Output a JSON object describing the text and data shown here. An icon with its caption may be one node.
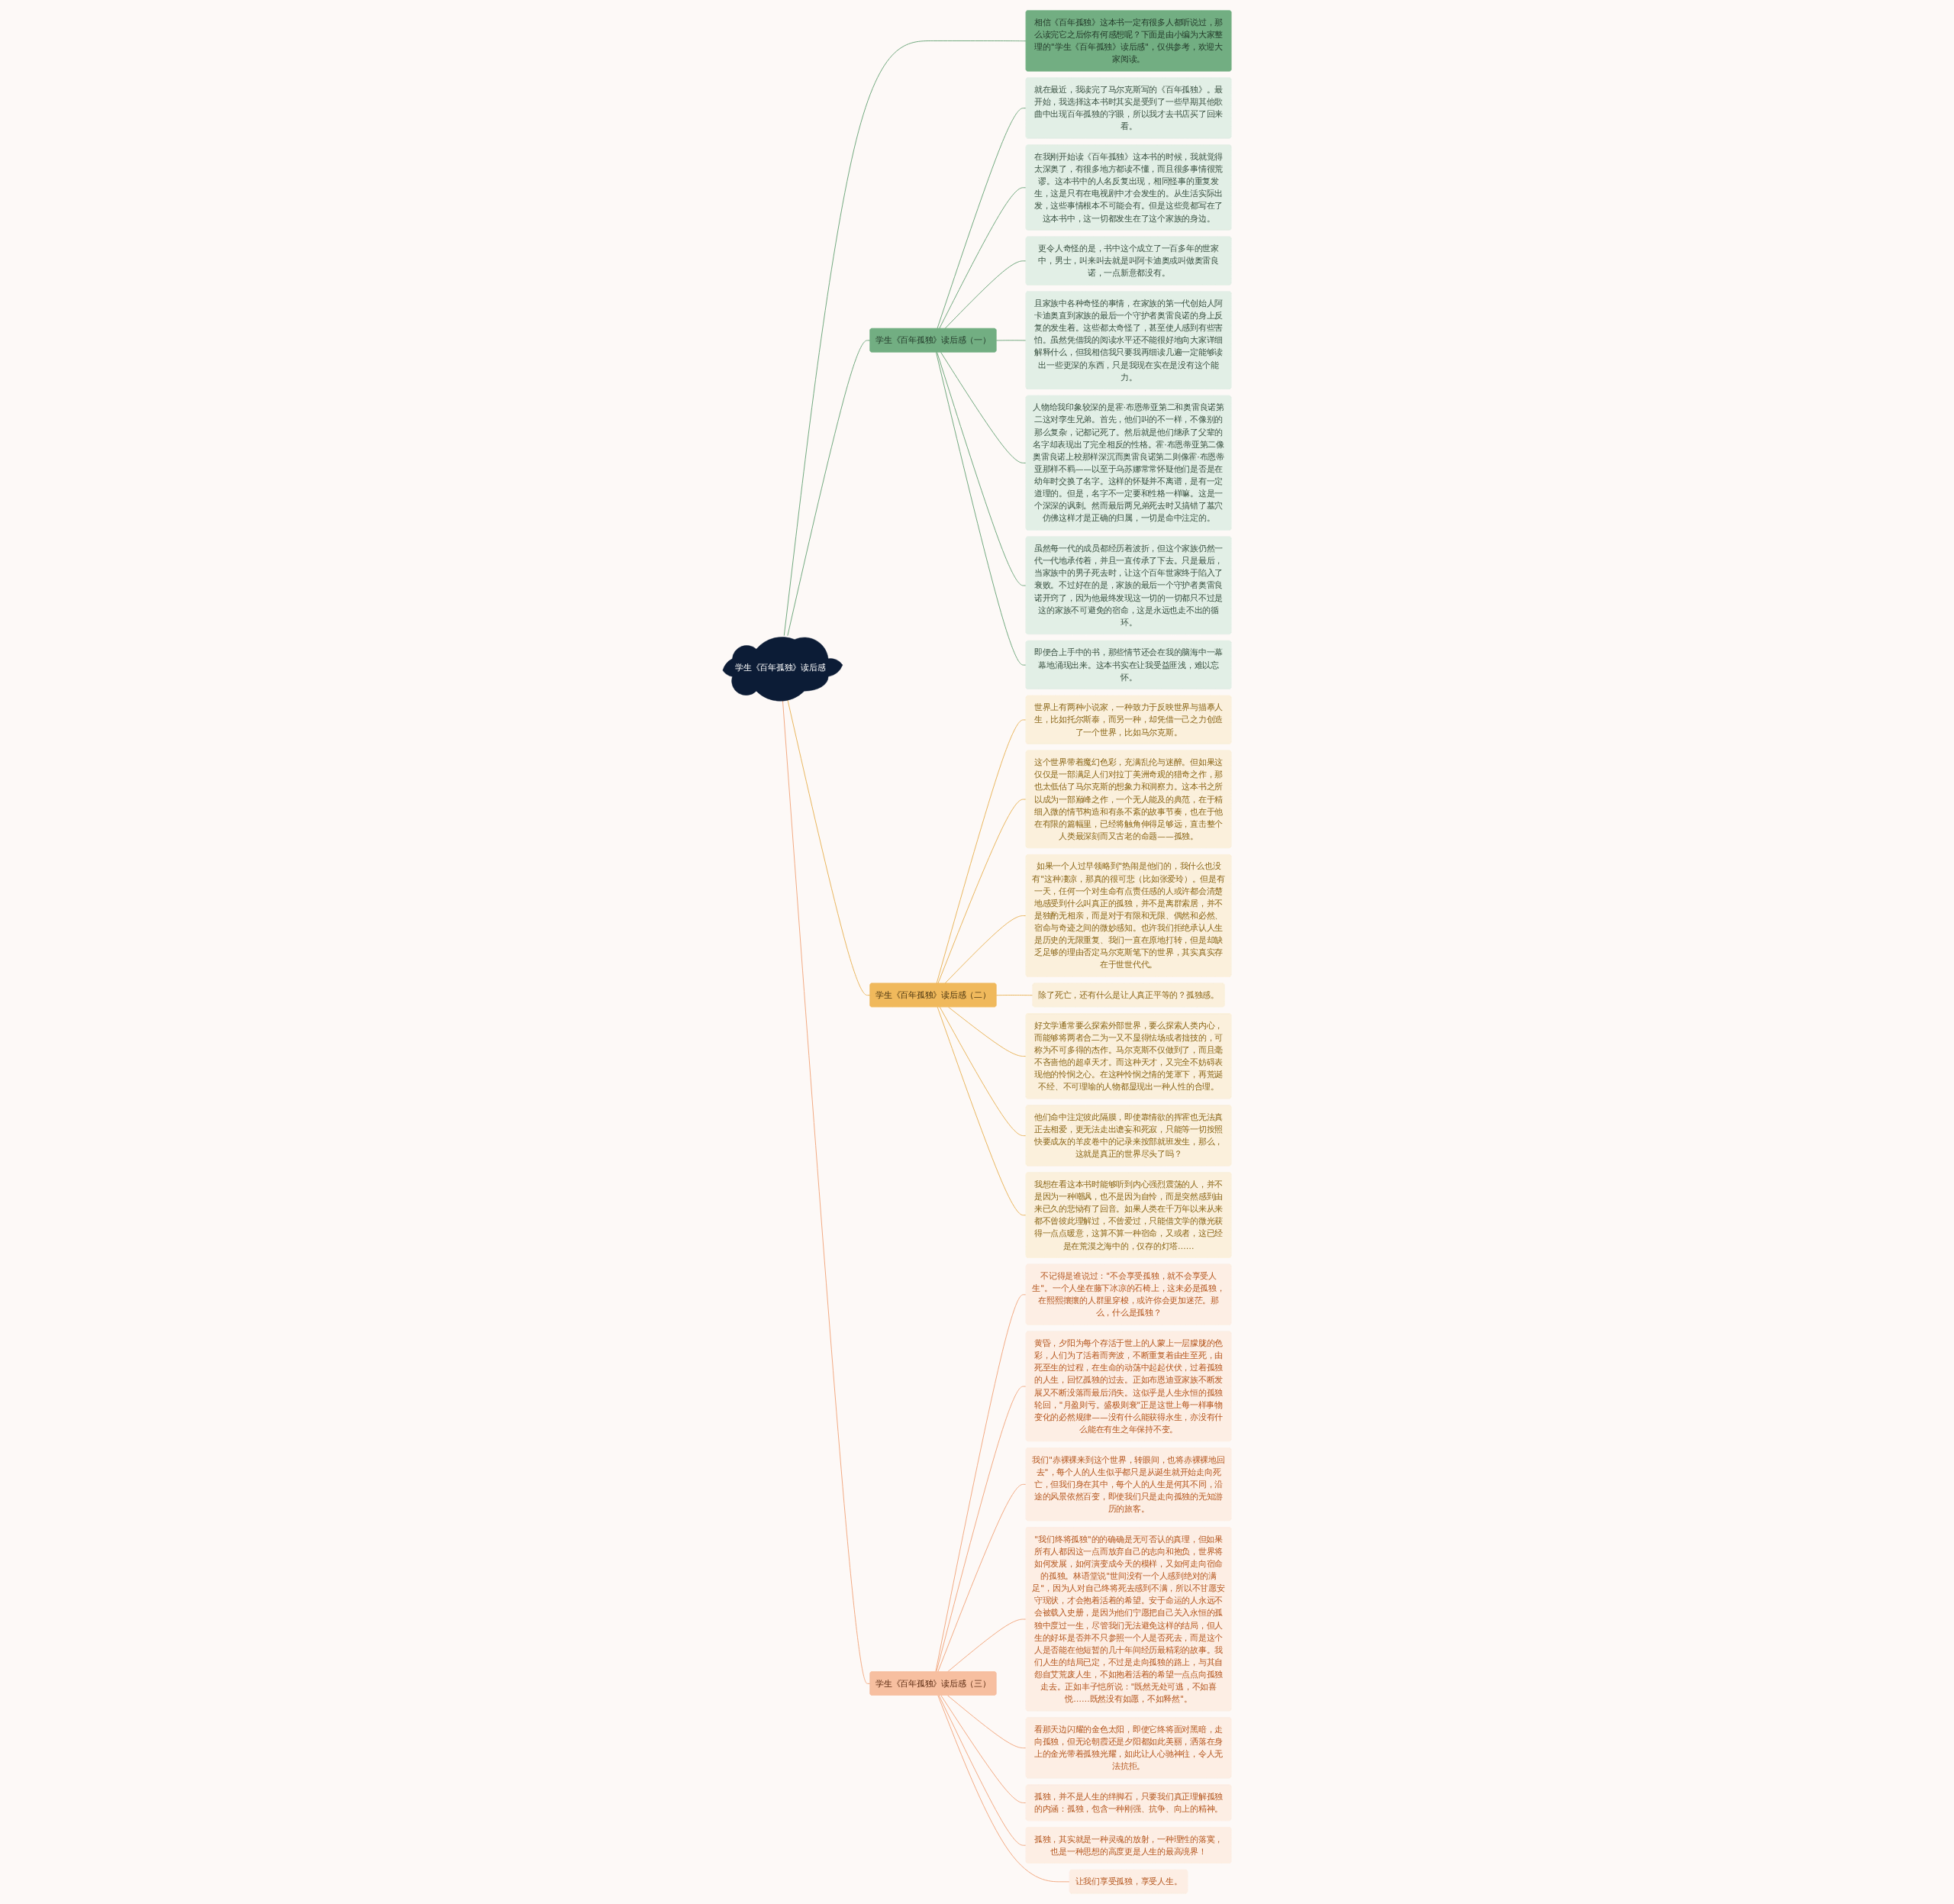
{
  "diagram": {
    "nodes": [
      {
        "text": [
          "学生《百年孤独》读后感"
        ]
      },
      {
        "text": [
          "相信《百年孤独》这本书一定有很多人都听说过，那么读完它之后你有何感想呢？下面是由小编为大家整理的\"学生《百年孤独》读后感\"，仅供参考，欢迎大家阅读。"
        ]
      },
      {
        "text": [
          "学生《百年孤独》读后感（一）"
        ]
      },
      {
        "text": [
          "就在最近，我读完了马尔克斯写的《百年孤独》。最开始，我选择这本书时其实是受到了一些早期其他歌曲中出现百年孤独的字眼，所以我才去书店买了回来看。"
        ]
      },
      {
        "text": [
          "在我刚开始读《百年孤独》这本书的时候，我就觉得太深奥了，有很多地方都读不懂，而且很多事情很荒谬。这本书中的人名反复出现，相同怪事的重复发生，这是只有在电视剧中才会发生的。从生活实际出发，这些事情根本不可能会有。但是这些竟都写在了这本书中，这一切都发生在了这个家族的身边。"
        ]
      },
      {
        "text": [
          "更令人奇怪的是，书中这个成立了一百多年的世家中，男士，叫来叫去就是叫阿卡迪奥或叫做奥雷良诺，一点新意都没有。"
        ]
      },
      {
        "text": [
          "且家族中各种奇怪的事情，在家族的第一代创始人阿卡迪奥直到家族的最后一个守护者奥雷良诺的身上反复的发生着。这些都太奇怪了，甚至使人感到有些害怕。虽然凭借我的阅读水平还不能很好地向大家详细解释什么，但我相信我只要我再细读几遍一定能够读出一些更深的东西，只是我现在实在是没有这个能力。"
        ]
      },
      {
        "text": [
          "人物给我印象较深的是霍·布恩蒂亚第二和奥雷良诺第二这对孪生兄弟。首先，他们叫的不一样，不像别的那么复杂，记都记死了。然后就是他们继承了父辈的名字却表现出了完全相反的性格。霍·布恩蒂亚第二像奥雷良诺上校那样深沉而奥雷良诺第二则像霍·布恩蒂亚那样不羁——以至于乌苏娜常常怀疑他们是否是在幼年时交换了名字。这样的怀疑并不离谱，是有一定道理的。但是，名字不一定要和性格一样嘛。这是一个深深的讽刺。然而最后两兄弟死去时又搞错了墓穴仿佛这样才是正确的归属，一切是命中注定的。"
        ]
      },
      {
        "text": [
          "虽然每一代的成员都经历着波折，但这个家族仍然一代一代地承传着，并且一直传承了下去。只是最后，当家族中的男子死去时，让这个百年世家终于陷入了衰败。不过好在的是，家族的最后一个守护者奥雷良诺开窍了，因为他最终发现这一切的一切都只不过是这的家族不可避免的宿命，这是永远也走不出的循环。"
        ]
      },
      {
        "text": [
          "即便合上手中的书，那些情节还会在我的脑海中一幕幕地涌现出来。这本书实在让我受益匪浅，难以忘怀。"
        ]
      },
      {
        "text": [
          "学生《百年孤独》读后感（二）"
        ]
      },
      {
        "text": [
          "世界上有两种小说家，一种致力于反映世界与描摹人生，比如托尔斯泰，而另一种，却凭借一己之力创造了一个世界，比如马尔克斯。"
        ]
      },
      {
        "text": [
          "这个世界带着魔幻色彩，充满乱伦与迷醉。但如果这仅仅是一部满足人们对拉丁美洲奇观的猎奇之作，那也太低估了马尔克斯的想象力和洞察力。这本书之所以成为一部巅峰之作，一个无人能及的典范，在于精细入微的情节构造和有条不紊的故事节奏，也在于他在有限的篇幅里，已经将触角伸得足够远，直击整个人类最深刻而又古老的命题——孤独。"
        ]
      },
      {
        "text": [
          "如果一个人过早领略到\"热闹是他们的，我什么也没有\"这种凄凉，那真的很可悲（比如张爱玲）。但是有一天，任何一个对生命有点责任感的人或许都会清楚地感受到什么叫真正的孤独，并不是离群索居，并不是独酌无相亲，而是对于有限和无限、偶然和必然、宿命与奇迹之间的微妙感知。也许我们拒绝承认人生是历史的无限重复、我们一直在原地打转，但是却缺乏足够的理由否定马尔克斯笔下的世界，其实真实存在于世世代代。"
        ]
      },
      {
        "text": [
          "除了死亡，还有什么是让人真正平等的？孤独感。"
        ]
      },
      {
        "text": [
          "好文学通常要么探索外部世界，要么探索人类内心，而能够将两者合二为一又不显得怯场或者拙技的，可称为不可多得的杰作。马尔克斯不仅做到了，而且毫不吝啬他的超卓天才。而这种天才，又完全不妨碍表现他的怜悯之心。在这种怜悯之情的笼罩下，再荒诞不经、不可理喻的人物都显现出一种人性的合理。"
        ]
      },
      {
        "text": [
          "他们命中注定彼此隔膜，即使靠情欲的挥霍也无法真正去相爱，更无法走出谵妄和死寂，只能等一切按照快要成灰的羊皮卷中的记录来按部就班发生，那么，这就是真正的世界尽头了吗？"
        ]
      },
      {
        "text": [
          "我想在看这本书时能够听到内心强烈震荡的人，并不是因为一种嘲讽，也不是因为自怜，而是突然感到由来已久的悲恸有了回音。如果人类在千万年以来从来都不曾彼此理解过，不曾爱过，只能借文学的微光获得一点点暖意，这算不算一种宿命，又或者，这已经是在荒漠之海中的，仅存的灯塔……"
        ]
      },
      {
        "text": [
          "学生《百年孤独》读后感（三）"
        ]
      },
      {
        "text": [
          "不记得是谁说过：\"不会享受孤独，就不会享受人生\"。一个人坐在藤下冰凉的石椅上，这未必是孤独，在熙熙攘攘的人群里穿梭，或许你会更加迷茫。那么，什么是孤独？"
        ]
      },
      {
        "text": [
          "黄昏，夕阳为每个存活于世上的人蒙上一层朦胧的色彩，人们为了活着而奔波，不断重复着由生至死，由死至生的过程，在生命的动荡中起起伏伏，过着孤独的人生，回忆孤独的过去。正如布恩迪亚家族不断发展又不断没落而最后消失。这似乎是人生永恒的孤独轮回，\"月盈则亏。盛极则衰\"正是这世上每一样事物变化的必然规律——没有什么能获得永生，亦没有什么能在有生之年保持不变。"
        ]
      },
      {
        "text": [
          "我们\"赤裸裸来到这个世界，转眼间，也将赤裸裸地回去\"，每个人的人生似乎都只是从诞生就开始走向死亡，但我们身在其中，每个人的人生是何其不同，沿途的风景依然百变，即使我们只是走向孤独的无知游历的旅客。"
        ]
      },
      {
        "text": [
          "\"我们终将孤独\"的的确确是无可否认的真理，但如果所有人都因这一点而放弃自己的志向和抱负，世界将如何发展，如何演变成今天的模样，又如何走向宿命的孤独。林语堂说\"世间没有一个人感到绝对的满足\"，因为人对自己终将死去感到不满，所以不甘愿安守现状，才会抱着活着的希望。安于命运的人永远不会被载入史册，是因为他们宁愿把自己关入永恒的孤独中度过一生，尽管我们无法避免这样的结局，但人生的好坏是否并不只参照一个人是否死去，而是这个人是否能在他短暂的几十年间经历最精彩的故事。我们人生的结局已定，不过是走向孤独的路上，与其自怨自艾荒废人生，不如抱着活着的希望一点点向孤独走去。正如丰子恺所说：\"既然无处可逃，不如喜悦……既然没有如愿，不如释然\"。"
        ]
      },
      {
        "text": [
          "看那天边闪耀的金色太阳，即使它终将面对黑暗，走向孤独，但无论朝霞还是夕阳都如此美丽，洒落在身上的金光带着孤独光耀，如此让人心驰神往，令人无法抗拒。"
        ]
      },
      {
        "text": [
          "孤独，并不是人生的绊脚石，只要我们真正理解孤独的内涵：孤独，包含一种刚强、抗争、向上的精神。"
        ]
      },
      {
        "text": [
          "孤独，其实就是一种灵魂的放射，一种理性的落寞，也是一种思想的高度更是人生的最高境界！"
        ]
      },
      {
        "text": [
          "让我们享受孤独，享受人生。"
        ]
      }
    ],
    "edges": [
      {
        "from": 0,
        "to": 1,
        "arrow": "none",
        "color": "#6fa77c"
      },
      {
        "from": 0,
        "to": 2,
        "arrow": "none",
        "color": "#6fa77c"
      },
      {
        "from": 2,
        "to": 3,
        "arrow": "none",
        "color": "#6fa77c"
      },
      {
        "from": 2,
        "to": 4,
        "arrow": "none",
        "color": "#6fa77c"
      },
      {
        "from": 2,
        "to": 5,
        "arrow": "none",
        "color": "#6fa77c"
      },
      {
        "from": 2,
        "to": 6,
        "arrow": "none",
        "color": "#6fa77c"
      },
      {
        "from": 2,
        "to": 7,
        "arrow": "none",
        "color": "#6fa77c"
      },
      {
        "from": 2,
        "to": 8,
        "arrow": "none",
        "color": "#6fa77c"
      },
      {
        "from": 2,
        "to": 9,
        "arrow": "none",
        "color": "#6fa77c"
      },
      {
        "from": 0,
        "to": 10,
        "arrow": "none",
        "color": "#e8b45a"
      },
      {
        "from": 10,
        "to": 11,
        "arrow": "none",
        "color": "#e8b45a"
      },
      {
        "from": 10,
        "to": 12,
        "arrow": "none",
        "color": "#e8b45a"
      },
      {
        "from": 10,
        "to": 13,
        "arrow": "none",
        "color": "#e8b45a"
      },
      {
        "from": 10,
        "to": 14,
        "arrow": "none",
        "color": "#e8b45a"
      },
      {
        "from": 10,
        "to": 15,
        "arrow": "none",
        "color": "#e8b45a"
      },
      {
        "from": 10,
        "to": 16,
        "arrow": "none",
        "color": "#e8b45a"
      },
      {
        "from": 10,
        "to": 17,
        "arrow": "none",
        "color": "#e8b45a"
      },
      {
        "from": 0,
        "to": 18,
        "arrow": "none",
        "color": "#f2a880"
      },
      {
        "from": 18,
        "to": 19,
        "arrow": "none",
        "color": "#f2a880"
      },
      {
        "from": 18,
        "to": 20,
        "arrow": "none",
        "color": "#f2a880"
      },
      {
        "from": 18,
        "to": 21,
        "arrow": "none",
        "color": "#f2a880"
      },
      {
        "from": 18,
        "to": 22,
        "arrow": "none",
        "color": "#f2a880"
      },
      {
        "from": 18,
        "to": 23,
        "arrow": "none",
        "color": "#f2a880"
      },
      {
        "from": 18,
        "to": 24,
        "arrow": "none",
        "color": "#f2a880"
      },
      {
        "from": 18,
        "to": 25,
        "arrow": "none",
        "color": "#f2a880"
      },
      {
        "from": 18,
        "to": 26,
        "arrow": "none",
        "color": "#f2a880"
      }
    ]
  }
}
